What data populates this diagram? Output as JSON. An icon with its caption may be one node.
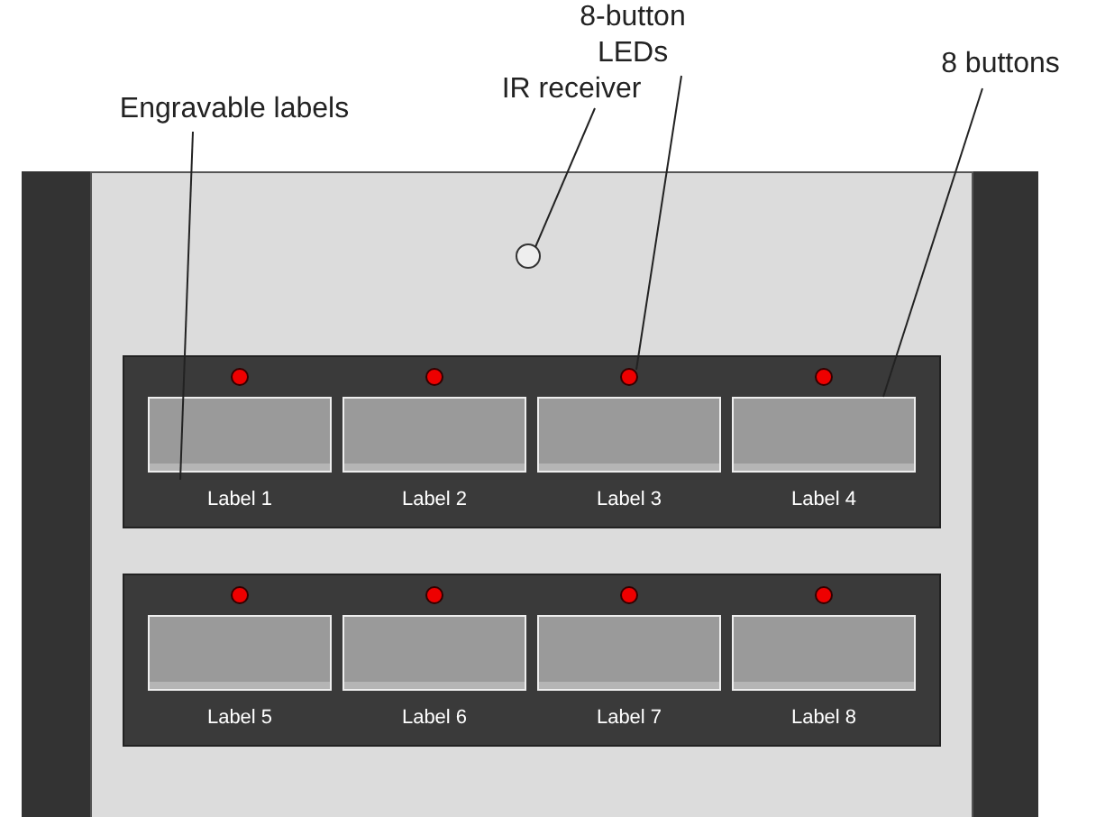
{
  "diagram": {
    "nodes": [
      {
        "text": [
          "Engravable labels"
        ]
      },
      {
        "text": [
          "IR receiver"
        ]
      },
      {
        "text": [
          "8-button LEDs"
        ]
      },
      {
        "text": [
          "8 buttons"
        ]
      },
      {
        "text": [
          "Label 1"
        ]
      },
      {
        "text": [],
        "shape": "circle"
      },
      {
        "text": [],
        "shape": "circle"
      },
      {
        "text": [],
        "shape": "circle"
      },
      {
        "text": [],
        "shape": "circle"
      },
      {
        "text": [],
        "shape": "circle"
      },
      {
        "text": [],
        "shape": "box"
      },
      {
        "text": [],
        "shape": "box"
      },
      {
        "text": [],
        "shape": "box"
      },
      {
        "text": [],
        "shape": "box"
      },
      {
        "text": [],
        "shape": "circle"
      },
      {
        "text": [],
        "shape": "circle"
      },
      {
        "text": [],
        "shape": "circle"
      },
      {
        "text": [],
        "shape": "circle"
      },
      {
        "text": [],
        "shape": "box"
      },
      {
        "text": [],
        "shape": "box"
      },
      {
        "text": [],
        "shape": "box"
      },
      {
        "text": [],
        "shape": "box"
      }
    ],
    "edges": [
      {
        "from": 0,
        "to": 4,
        "arrow": "none"
      },
      {
        "from": 1,
        "to": 5,
        "arrow": "none"
      },
      {
        "from": 2,
        "to": 8,
        "arrow": "none"
      },
      {
        "from": 3,
        "to": 13,
        "arrow": "none"
      }
    ],
    "labels": [
      "Label 2",
      "Label 3",
      "Label 4",
      "Label 5",
      "Label 6",
      "Label 7",
      "Label 8"
    ]
  }
}
